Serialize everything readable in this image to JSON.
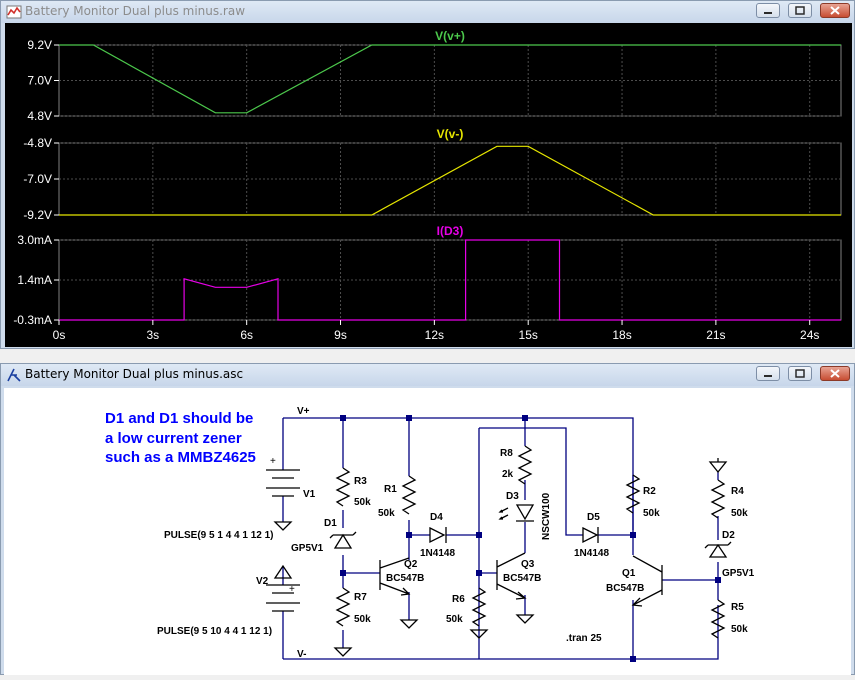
{
  "waveform_window": {
    "title": "Battery Monitor Dual plus minus.raw",
    "panes": [
      {
        "trace": "V(v+)",
        "color": "#4cc84c",
        "y_ticks": [
          "9.2V",
          "7.0V",
          "4.8V"
        ],
        "y_range": [
          4.8,
          9.2
        ],
        "points": [
          [
            0,
            9.2
          ],
          [
            1.1,
            9.2
          ],
          [
            5.0,
            5.0
          ],
          [
            6.0,
            5.0
          ],
          [
            10.0,
            9.2
          ],
          [
            25,
            9.2
          ]
        ]
      },
      {
        "trace": "V(v-)",
        "color": "#e6e600",
        "y_ticks": [
          "-4.8V",
          "-7.0V",
          "-9.2V"
        ],
        "y_range": [
          -9.2,
          -4.8
        ],
        "points": [
          [
            0,
            -9.2
          ],
          [
            10.0,
            -9.2
          ],
          [
            14.0,
            -5.0
          ],
          [
            15.0,
            -5.0
          ],
          [
            19.0,
            -9.2
          ],
          [
            25,
            -9.2
          ]
        ]
      },
      {
        "trace": "I(D3)",
        "color": "#e600e6",
        "y_ticks": [
          "3.0mA",
          "1.4mA",
          "-0.3mA"
        ],
        "y_range": [
          -0.3,
          3.0
        ],
        "points": [
          [
            0,
            -0.3
          ],
          [
            4.0,
            -0.3
          ],
          [
            4.0,
            1.4
          ],
          [
            5.0,
            1.05
          ],
          [
            6.0,
            1.05
          ],
          [
            7.0,
            1.4
          ],
          [
            7.0,
            -0.3
          ],
          [
            13.0,
            -0.3
          ],
          [
            13.0,
            3.0
          ],
          [
            16.0,
            3.0
          ],
          [
            16.0,
            -0.3
          ],
          [
            25,
            -0.3
          ]
        ]
      }
    ],
    "x_ticks": [
      "0s",
      "3s",
      "6s",
      "9s",
      "12s",
      "15s",
      "18s",
      "21s",
      "24s"
    ],
    "x_range": [
      0,
      25
    ]
  },
  "schematic_window": {
    "title": "Battery Monitor Dual plus minus.asc",
    "note": [
      "D1 and D1 should be",
      "a low current zener",
      "such as a MMBZ4625"
    ],
    "net_labels": {
      "vplus": "V+",
      "vminus": "V-"
    },
    "sources": [
      {
        "name": "V1",
        "value": "PULSE(9 5 1 4 4 1 12 1)"
      },
      {
        "name": "V2",
        "value": "PULSE(9 5 10 4 4 1 12 1)"
      }
    ],
    "components": {
      "R3": [
        "R3",
        "50k"
      ],
      "R1": [
        "R1",
        "50k"
      ],
      "R7": [
        "R7",
        "50k"
      ],
      "R6": [
        "R6",
        "50k"
      ],
      "R8": [
        "R8",
        "2k"
      ],
      "R2": [
        "R2",
        "50k"
      ],
      "R4": [
        "R4",
        "50k"
      ],
      "R5": [
        "R5",
        "50k"
      ],
      "D1": [
        "D1",
        "GP5V1"
      ],
      "D2": [
        "D2",
        "GP5V1"
      ],
      "D3": [
        "D3",
        "NSCW100"
      ],
      "D4": [
        "D4",
        "1N4148"
      ],
      "D5": [
        "D5",
        "1N4148"
      ],
      "Q1": [
        "Q1",
        "BC547B"
      ],
      "Q2": [
        "Q2",
        "BC547B"
      ],
      "Q3": [
        "Q3",
        "BC547B"
      ]
    },
    "directive": ".tran 25"
  },
  "colors": {
    "wire": "#000080",
    "label": "#000000",
    "note": "#0000ff",
    "grid": "#4d4d4d",
    "axis_text": "#ffffff"
  }
}
